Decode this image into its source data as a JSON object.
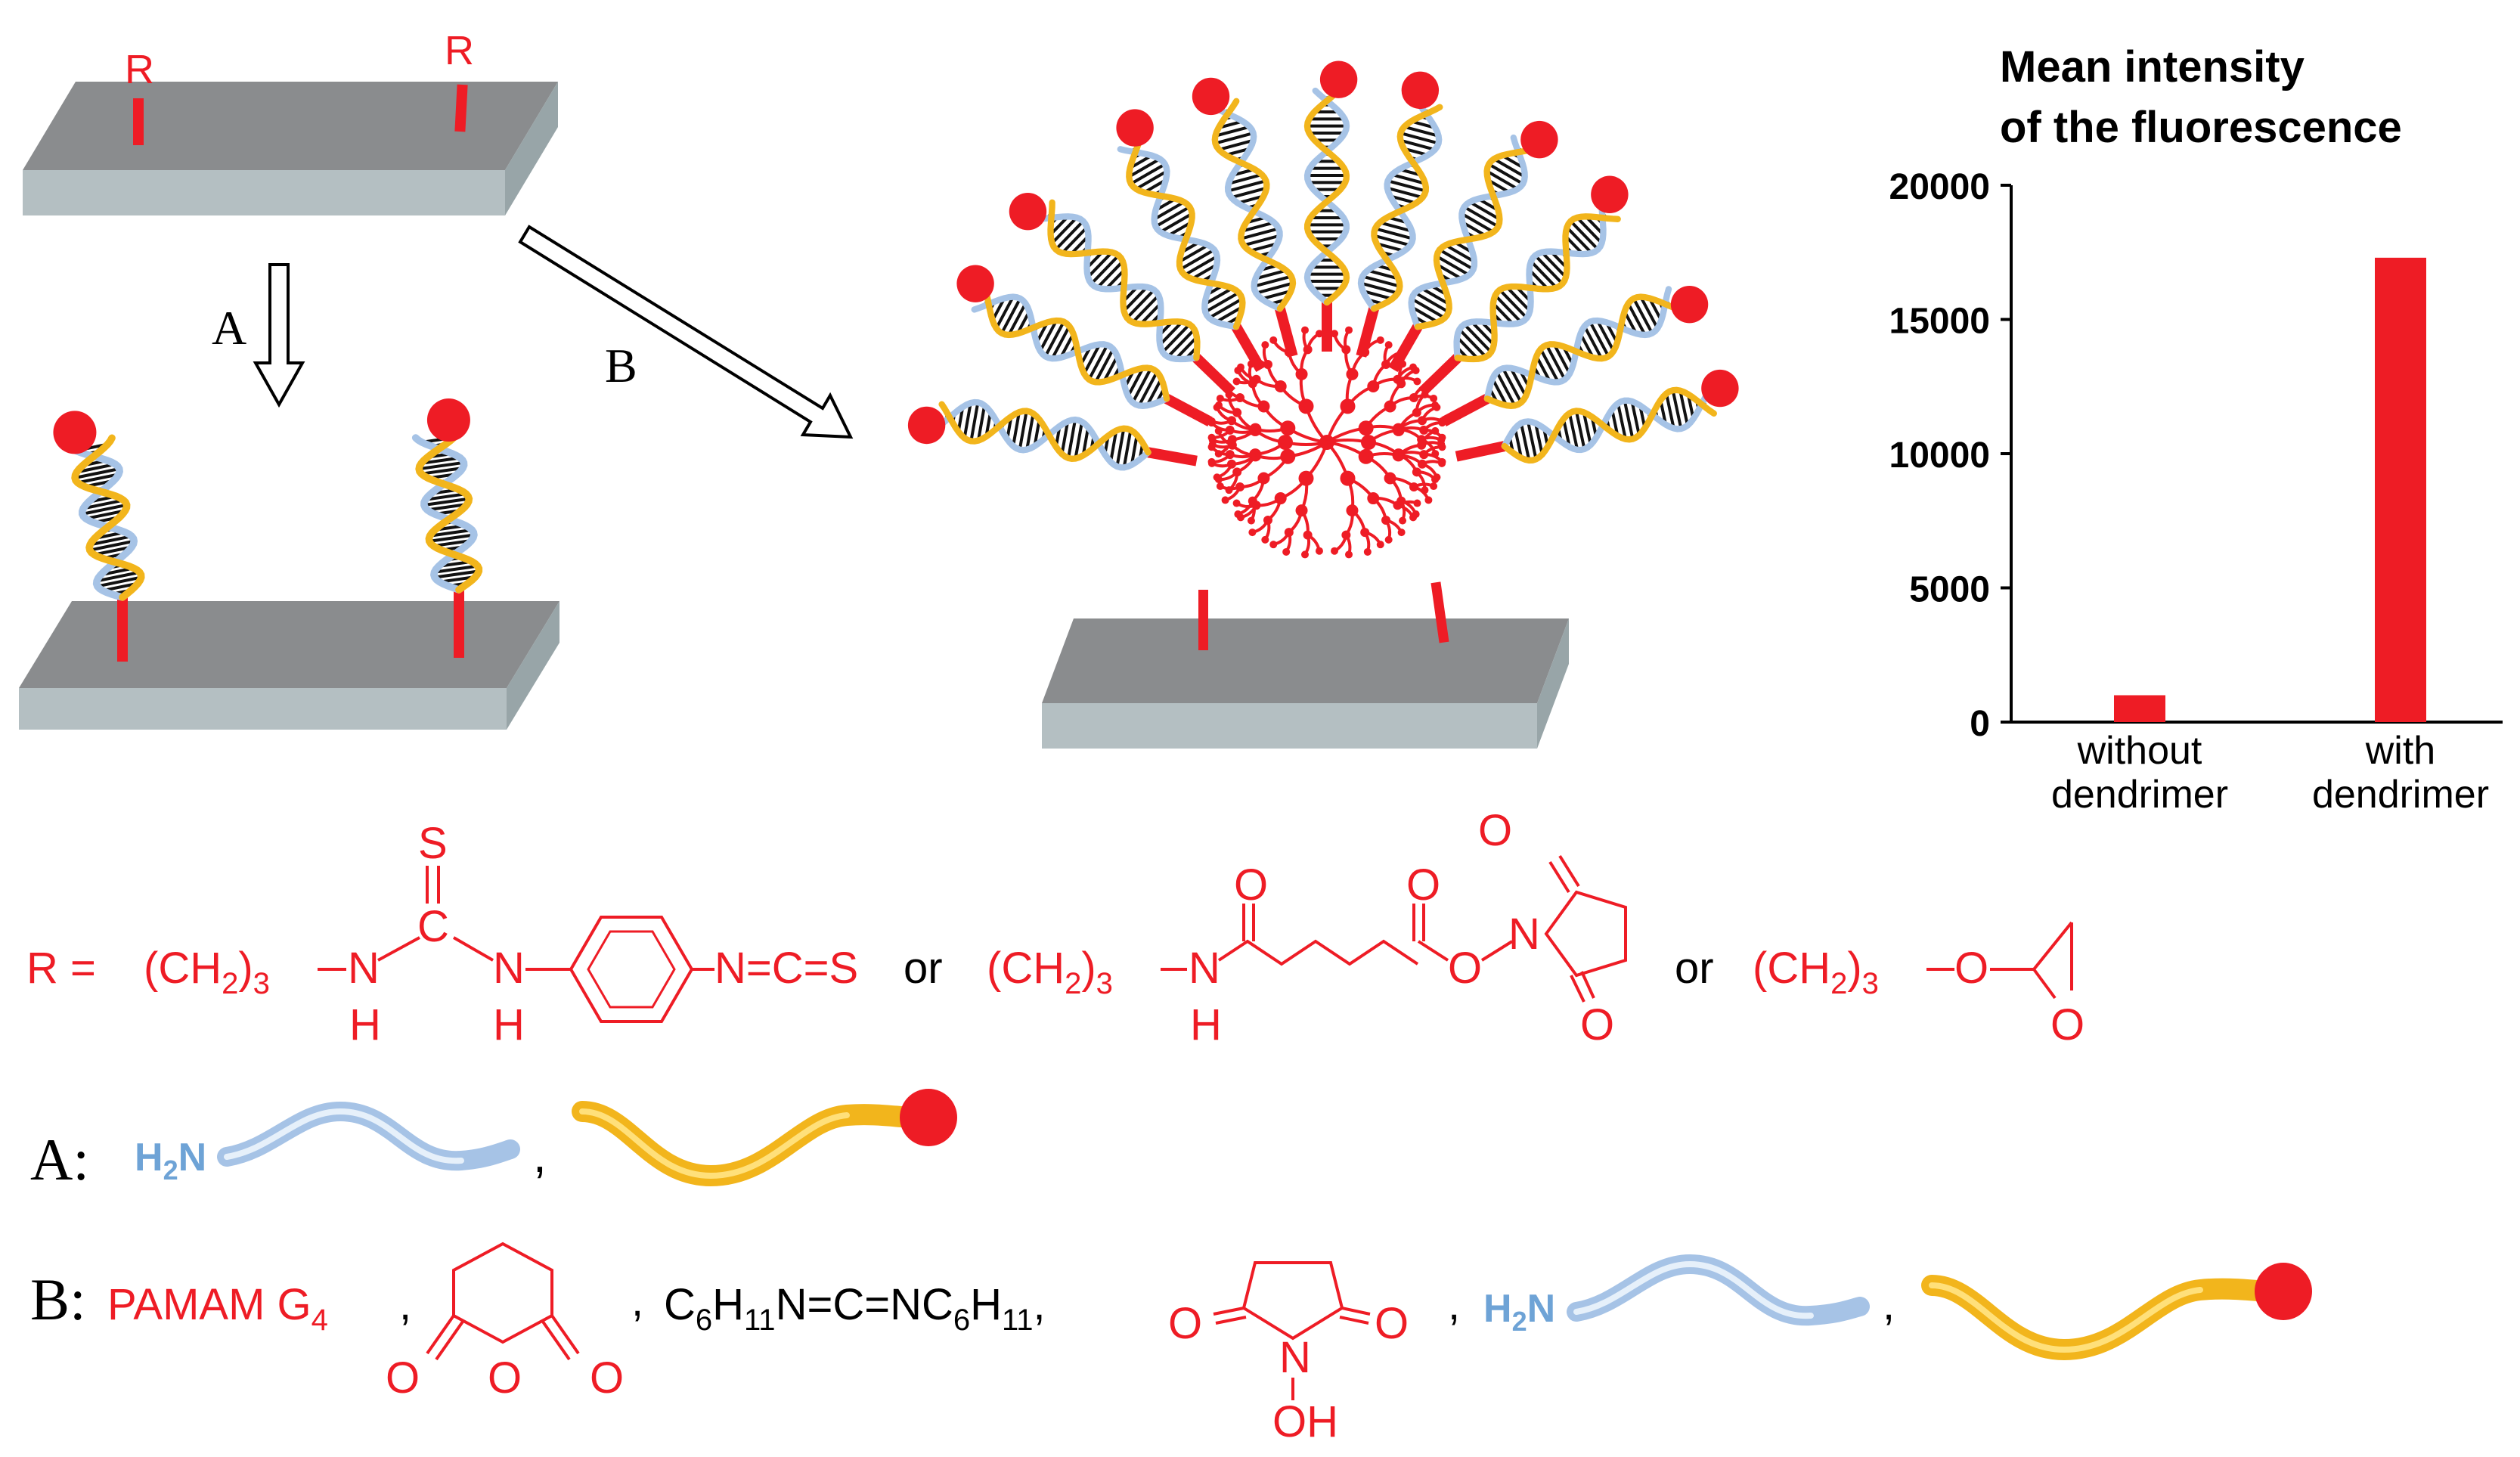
{
  "scheme": {
    "r_label": "R",
    "arrow_a": "A",
    "arrow_b": "B"
  },
  "chart_data": {
    "type": "bar",
    "title": "Mean intensity of the fluorescence",
    "title_lines": [
      "Mean intensity",
      "of the fluorescence"
    ],
    "categories": [
      "without dendrimer",
      "with dendrimer"
    ],
    "category_lines": [
      [
        "without",
        "dendrimer"
      ],
      [
        "with",
        "dendrimer"
      ]
    ],
    "values": [
      1000,
      17300
    ],
    "ylim": [
      0,
      20000
    ],
    "yticks": [
      "0",
      "5000",
      "10000",
      "15000",
      "20000"
    ],
    "bar_color": "#ee1c25"
  },
  "legend": {
    "r_eq": "R =",
    "ch2_main": "(CH",
    "ch2_sub": "2",
    "ch2_close": ")",
    "ch2_sub3": "3",
    "or1": "or",
    "or2": "or",
    "atom_s": "S",
    "atom_n": "N",
    "atom_h": "H",
    "atom_o": "O",
    "ncs": "N=C=S",
    "a_label": "A:",
    "b_label": "B:",
    "h2n_h": "H",
    "h2n_2": "2",
    "h2n_n": "N",
    "pamam": "PAMAM G",
    "pamam_sub": "4",
    "comma": ",",
    "dcc_c": "C",
    "dcc_6": "6",
    "dcc_h": "H",
    "dcc_11": "11",
    "dcc_mid": "N=C=NC",
    "oh": "OH"
  },
  "colors": {
    "red": "#ee1c25",
    "plate_top": "#8a8c8e",
    "plate_side": "#b4bfc2",
    "dna_blue": "#a6c3e6",
    "dna_gold": "#f2b51c",
    "amine_blue": "#6ea3d6"
  }
}
